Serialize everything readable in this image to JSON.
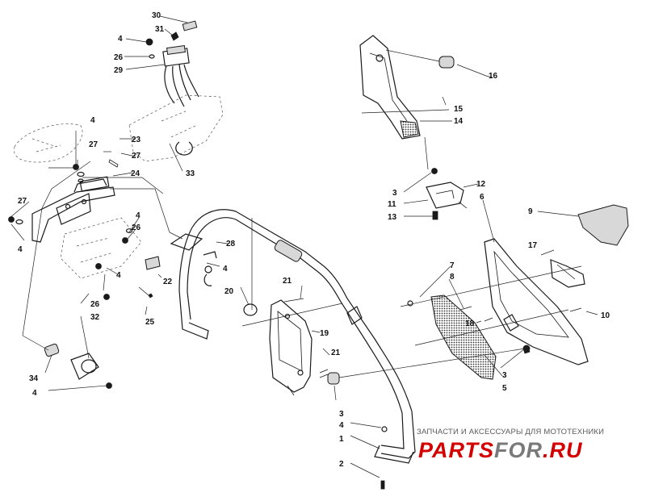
{
  "diagram": {
    "callouts": [
      {
        "id": "c30",
        "label": "30"
      },
      {
        "id": "c31",
        "label": "31"
      },
      {
        "id": "c4a",
        "label": "4"
      },
      {
        "id": "c26a",
        "label": "26"
      },
      {
        "id": "c29",
        "label": "29"
      },
      {
        "id": "c16",
        "label": "16"
      },
      {
        "id": "c15",
        "label": "15"
      },
      {
        "id": "c14",
        "label": "14"
      },
      {
        "id": "c4b",
        "label": "4"
      },
      {
        "id": "c27a",
        "label": "27"
      },
      {
        "id": "c23",
        "label": "23"
      },
      {
        "id": "c27b",
        "label": "27"
      },
      {
        "id": "c24",
        "label": "24"
      },
      {
        "id": "c33",
        "label": "33"
      },
      {
        "id": "c3a",
        "label": "3"
      },
      {
        "id": "c12",
        "label": "12"
      },
      {
        "id": "c6",
        "label": "6"
      },
      {
        "id": "c11",
        "label": "11"
      },
      {
        "id": "c13",
        "label": "13"
      },
      {
        "id": "c9",
        "label": "9"
      },
      {
        "id": "c27c",
        "label": "27"
      },
      {
        "id": "c4c",
        "label": "4"
      },
      {
        "id": "c4d",
        "label": "4"
      },
      {
        "id": "c26b",
        "label": "26"
      },
      {
        "id": "c28",
        "label": "28"
      },
      {
        "id": "c4e",
        "label": "4"
      },
      {
        "id": "c17",
        "label": "17"
      },
      {
        "id": "c4f",
        "label": "4"
      },
      {
        "id": "c22",
        "label": "22"
      },
      {
        "id": "c7",
        "label": "7"
      },
      {
        "id": "c8",
        "label": "8"
      },
      {
        "id": "c21a",
        "label": "21"
      },
      {
        "id": "c26c",
        "label": "26"
      },
      {
        "id": "c20",
        "label": "20"
      },
      {
        "id": "c32",
        "label": "32"
      },
      {
        "id": "c25",
        "label": "25"
      },
      {
        "id": "c10",
        "label": "10"
      },
      {
        "id": "c18",
        "label": "18"
      },
      {
        "id": "c19",
        "label": "19"
      },
      {
        "id": "c21b",
        "label": "21"
      },
      {
        "id": "c3b",
        "label": "3"
      },
      {
        "id": "c34",
        "label": "34"
      },
      {
        "id": "c5",
        "label": "5"
      },
      {
        "id": "c4g",
        "label": "4"
      },
      {
        "id": "c3c",
        "label": "3"
      },
      {
        "id": "c4h",
        "label": "4"
      },
      {
        "id": "c1",
        "label": "1"
      },
      {
        "id": "c2",
        "label": "2"
      }
    ]
  },
  "watermark": {
    "caption": "ЗАПЧАСТИ И АКСЕССУАРЫ ДЛЯ МОТОТЕХНИКИ",
    "logo_part1": "PARTS",
    "logo_part2": "FOR",
    "logo_part3": ".RU"
  }
}
